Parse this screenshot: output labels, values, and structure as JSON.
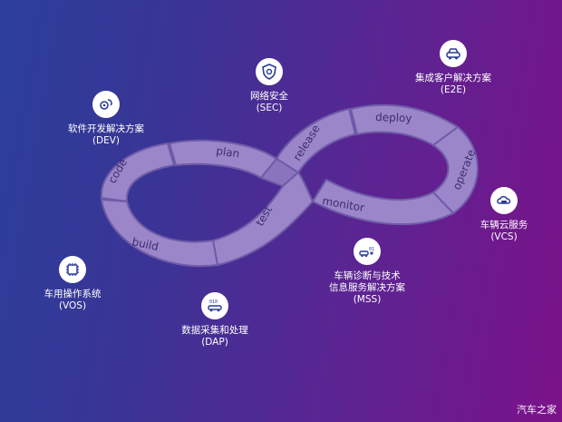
{
  "stages": [
    "code",
    "plan",
    "release",
    "deploy",
    "operate",
    "monitor",
    "test",
    "build"
  ],
  "nodes": [
    {
      "title": "网络安全",
      "code": "(SEC)",
      "icon": "shield-icon"
    },
    {
      "title": "集成客户解决方案",
      "code": "(E2E)",
      "icon": "car-service-icon"
    },
    {
      "title": "软件开发解决方案",
      "code": "(DEV)",
      "icon": "gear-cycle-icon"
    },
    {
      "title": "车辆云服务",
      "code": "(VCS)",
      "icon": "cloud-car-icon"
    },
    {
      "title": "车辆诊断与技术",
      "title2": "信息服务解决方案",
      "code": "(MSS)",
      "icon": "diagnostics-icon"
    },
    {
      "title": "车用操作系统",
      "code": "(VOS)",
      "icon": "chip-icon"
    },
    {
      "title": "数据采集和处理",
      "code": "(DAP)",
      "icon": "data-car-icon"
    }
  ],
  "watermark": "汽车之家",
  "colors": {
    "segment": "#9a86c8",
    "label": "#3d2c74",
    "icon": "#2a3c96"
  }
}
